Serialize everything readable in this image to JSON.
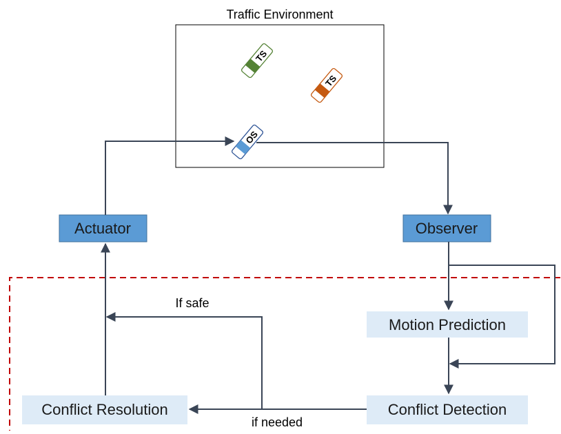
{
  "environment": {
    "title": "Traffic Environment",
    "ships": [
      {
        "id": "ts_green",
        "label": "TS",
        "color": "#548235",
        "outline": "#548235"
      },
      {
        "id": "ts_orange",
        "label": "TS",
        "color": "#c55a11",
        "outline": "#c55a11"
      },
      {
        "id": "os_blue",
        "label": "OS",
        "color": "#5b9bd5",
        "outline": "#2f5597"
      }
    ]
  },
  "blocks": {
    "actuator": "Actuator",
    "observer": "Observer",
    "motion_prediction": "Motion Prediction",
    "conflict_detection": "Conflict Detection",
    "conflict_resolution": "Conflict Resolution"
  },
  "edge_labels": {
    "if_safe": "If safe",
    "if_needed": "if needed"
  },
  "colors": {
    "actuator_fill": "#5b9bd5",
    "observer_fill": "#5b9bd5",
    "module_fill": "#deebf7",
    "arrow": "#3a4556",
    "boundary": "#c00000"
  }
}
